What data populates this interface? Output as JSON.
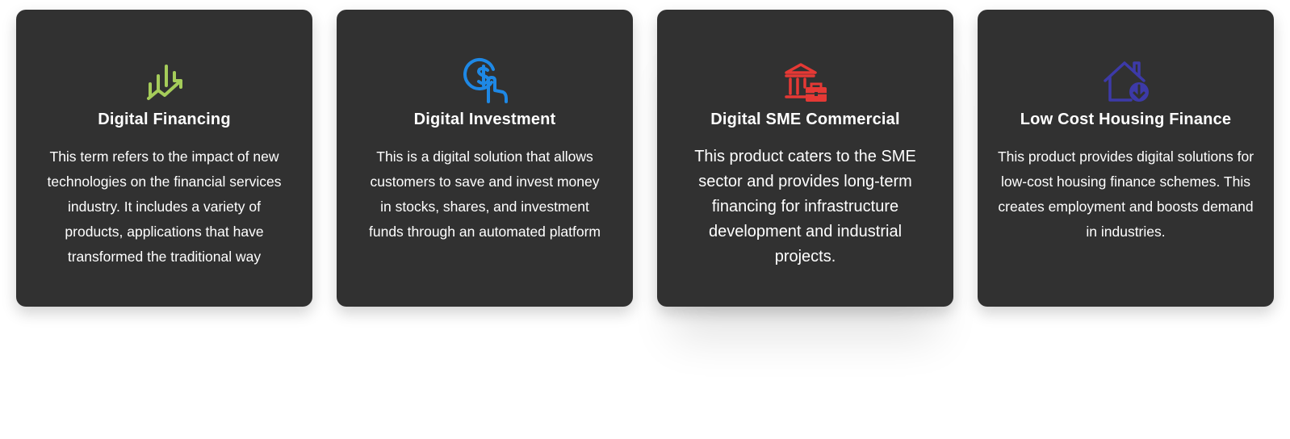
{
  "colors": {
    "card_bg": "#313131",
    "text": "#ffffff",
    "icon_financing": "#a5cc5a",
    "icon_investment": "#1e88e5",
    "icon_sme": "#e53935",
    "icon_housing": "#3d3aa8"
  },
  "cards": [
    {
      "icon": "growth-chart-icon",
      "title": "Digital Financing",
      "description": "This term refers to the impact of new technologies on the financial services industry. It includes a variety of products, applications that have transformed the traditional way"
    },
    {
      "icon": "dollar-tap-icon",
      "title": "Digital Investment",
      "description": "This is a digital solution that allows customers to save and invest money in stocks, shares, and investment funds through an automated platform"
    },
    {
      "icon": "bank-briefcase-icon",
      "title": "Digital SME Commercial",
      "description": "This product caters to the SME sector and provides long-term financing for infrastructure development and industrial projects."
    },
    {
      "icon": "house-download-icon",
      "title": "Low Cost Housing Finance",
      "description": "This product provides digital solutions for low-cost housing finance schemes. This creates employment and boosts demand in industries."
    }
  ]
}
